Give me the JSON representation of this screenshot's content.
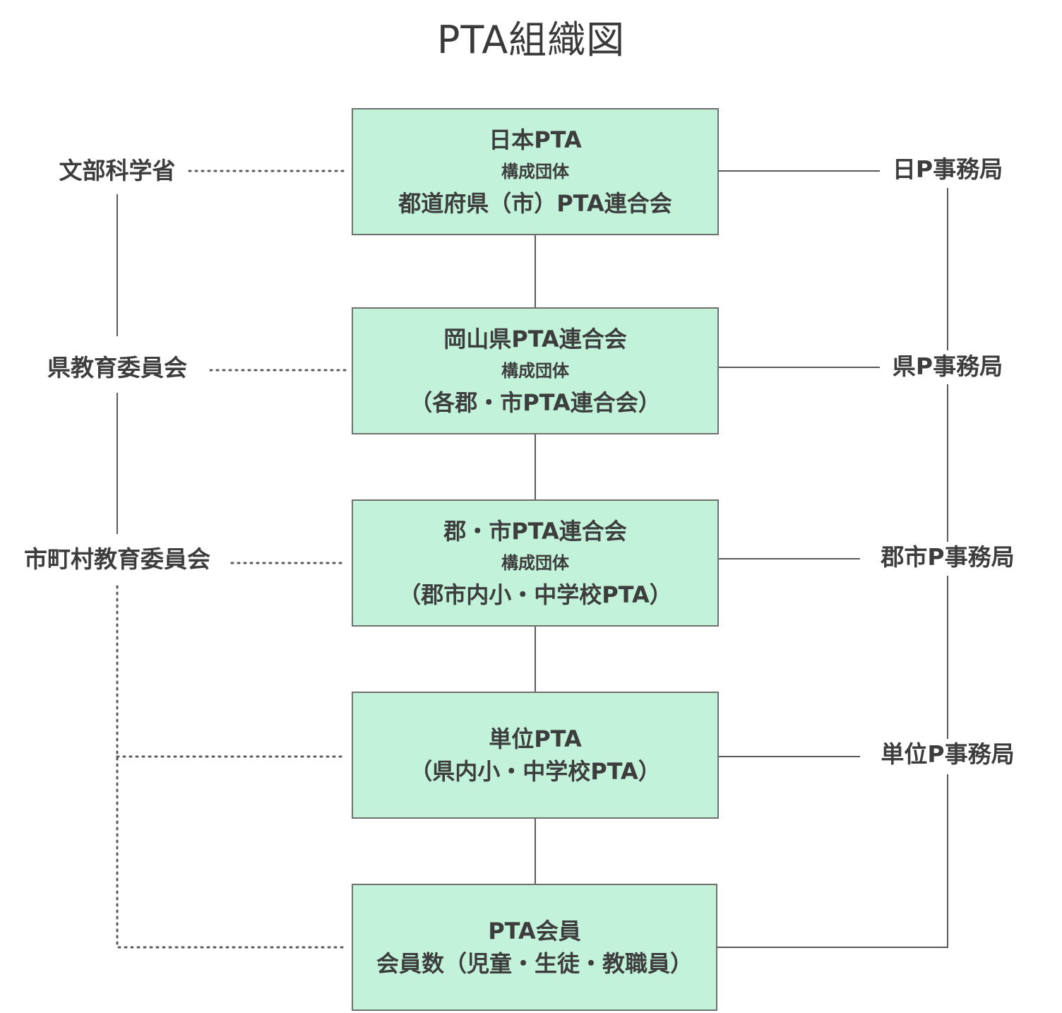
{
  "title": "PTA組織図",
  "boxes": [
    {
      "line1": "日本PTA",
      "sub": "構成団体",
      "line2": "都道府県（市）PTA連合会"
    },
    {
      "line1": "岡山県PTA連合会",
      "sub": "構成団体",
      "line2": "（各郡・市PTA連合会）"
    },
    {
      "line1": "郡・市PTA連合会",
      "sub": "構成団体",
      "line2": "（郡市内小・中学校PTA）"
    },
    {
      "line1": "単位PTA",
      "line2": "（県内小・中学校PTA）"
    },
    {
      "line1": "PTA会員",
      "line2": "会員数（児童・生徒・教職員）"
    }
  ],
  "left_labels": [
    "文部科学省",
    "県教育委員会",
    "市町村教育委員会"
  ],
  "right_labels": [
    "日P事務局",
    "県P事務局",
    "郡市P事務局",
    "単位P事務局"
  ],
  "colors": {
    "box_fill": "#c2f2d9",
    "box_border": "#707070",
    "line": "#5a5a5a",
    "text": "#3d3d3d"
  }
}
